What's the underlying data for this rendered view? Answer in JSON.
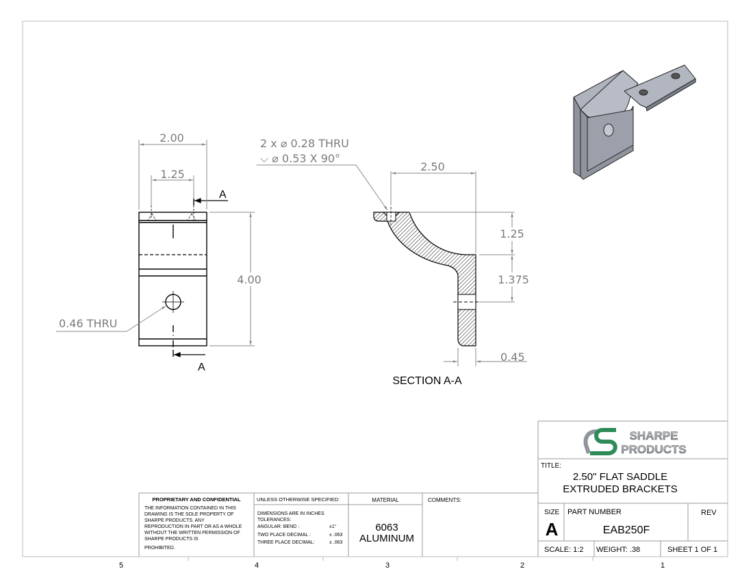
{
  "sheet": {
    "zones": [
      "5",
      "4",
      "3",
      "2",
      "1"
    ]
  },
  "front_view": {
    "dim_width": "2.00",
    "dim_hole_spacing": "1.25",
    "dim_height": "4.00",
    "hole_callout": "0.46 THRU",
    "section_label_top": "A",
    "section_label_bottom": "A"
  },
  "section_view": {
    "callout_line1": "2 x ⌀ 0.28 THRU",
    "callout_line2": "⌵ ⌀ 0.53 X 90°",
    "dim_depth": "2.50",
    "dim_upper": "1.25",
    "dim_hole": "1.375",
    "dim_thickness": "0.45",
    "title": "SECTION A-A"
  },
  "title_block": {
    "proprietary_header": "PROPRIETARY AND CONFIDENTIAL",
    "proprietary_lines": [
      "THE INFORMATION CONTAINED IN THIS",
      "DRAWING IS THE SOLE PROPERTY OF",
      "SHARPE PRODUCTS.  ANY",
      "REPRODUCTION IN PART OR AS A WHOLE",
      "WITHOUT THE WRITTEN PERMISSION OF",
      "SHARPE PRODUCTS IS",
      "PROHIBITED."
    ],
    "unless_header": "UNLESS OTHERWISE SPECIFIED:",
    "tolerance_lines": [
      "DIMENSIONS ARE IN INCHES",
      "TOLERANCES:"
    ],
    "tolerances": [
      {
        "label": "ANGULAR: BEND :",
        "value": "±1°"
      },
      {
        "label": "TWO PLACE DECIMAL  :",
        "value": "± .063"
      },
      {
        "label": "THREE PLACE DECIMAL:",
        "value": "± .063"
      }
    ],
    "material_header": "MATERIAL",
    "material_line1": "6063",
    "material_line2": "ALUMINUM",
    "comments_header": "COMMENTS:",
    "logo_text_1": "SHARPE",
    "logo_text_2": "PRODUCTS",
    "title_label": "TITLE:",
    "title_line1": "2.50\" FLAT SADDLE",
    "title_line2": "EXTRUDED BRACKETS",
    "size_label": "SIZE",
    "size_value": "A",
    "part_number_label": "PART NUMBER",
    "part_number": "EAB250F",
    "rev_label": "REV",
    "scale": "SCALE: 1:2",
    "weight": "WEIGHT: .38",
    "sheet": "SHEET 1 OF 1"
  }
}
